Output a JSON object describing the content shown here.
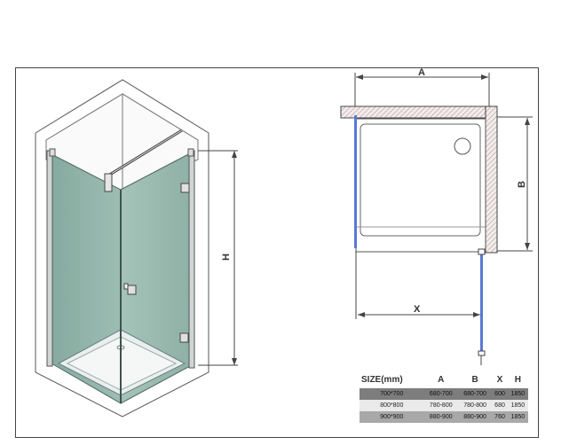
{
  "dimension_labels": {
    "height": "H",
    "width_a": "A",
    "depth_b": "B",
    "opening_x": "X"
  },
  "size_table": {
    "headers": [
      "SIZE(mm)",
      "A",
      "B",
      "X",
      "H"
    ],
    "rows": [
      [
        "700*700",
        "680-700",
        "680-700",
        "600",
        "1850"
      ],
      [
        "800*800",
        "780-800",
        "780-800",
        "680",
        "1850"
      ],
      [
        "900*900",
        "880-900",
        "880-900",
        "760",
        "1850"
      ]
    ]
  },
  "colors": {
    "glass": "#8fb3a8",
    "glass_edge": "#6f8f86",
    "profile_blue": "#5a78d6",
    "wall_hatch": "#b59a9a",
    "line": "#444444"
  }
}
